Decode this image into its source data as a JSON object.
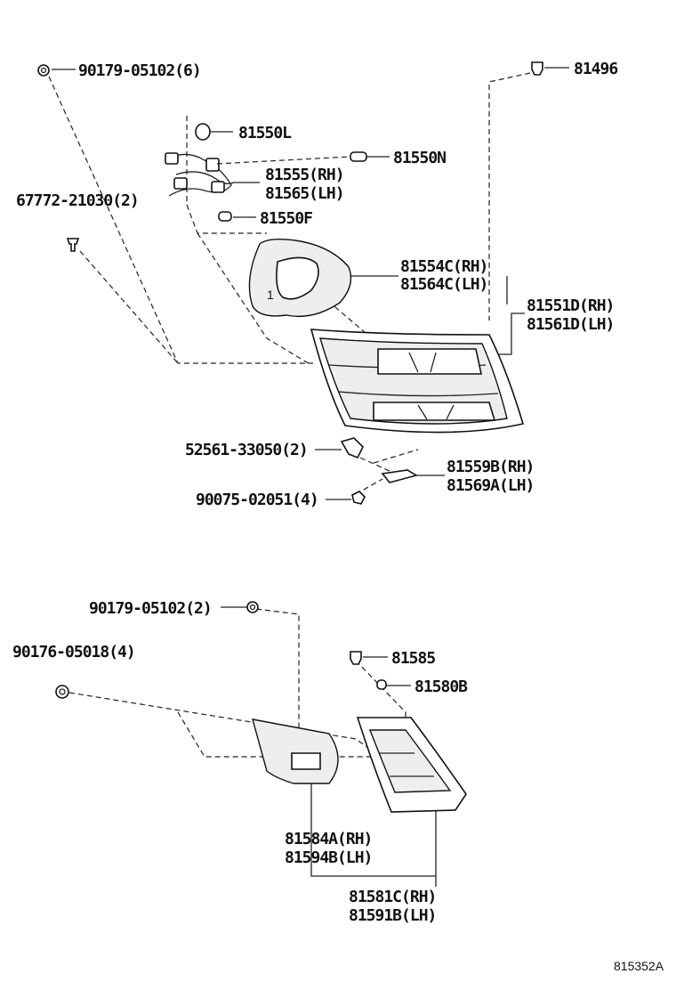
{
  "labels": {
    "p90179_6": "90179-05102(6)",
    "p81496": "81496",
    "p81550L": "81550L",
    "p81550N": "81550N",
    "p81555": "81555(RH)",
    "p81565": "81565(LH)",
    "p67772": "67772-21030(2)",
    "p81550F": "81550F",
    "p81554C": "81554C(RH)",
    "p81564C": "81564C(LH)",
    "p81551D": "81551D(RH)",
    "p81561D": "81561D(LH)",
    "p52561": "52561-33050(2)",
    "p81559B": "81559B(RH)",
    "p81569A": "81569A(LH)",
    "p90075": "90075-02051(4)",
    "p90179_2": "90179-05102(2)",
    "p90176": "90176-05018(4)",
    "p81585": "81585",
    "p81580B": "81580B",
    "p81584A": "81584A(RH)",
    "p81594B": "81594B(LH)",
    "p81581C": "81581C(RH)",
    "p81591B": "81591B(LH)",
    "diagram_code": "815352A"
  }
}
